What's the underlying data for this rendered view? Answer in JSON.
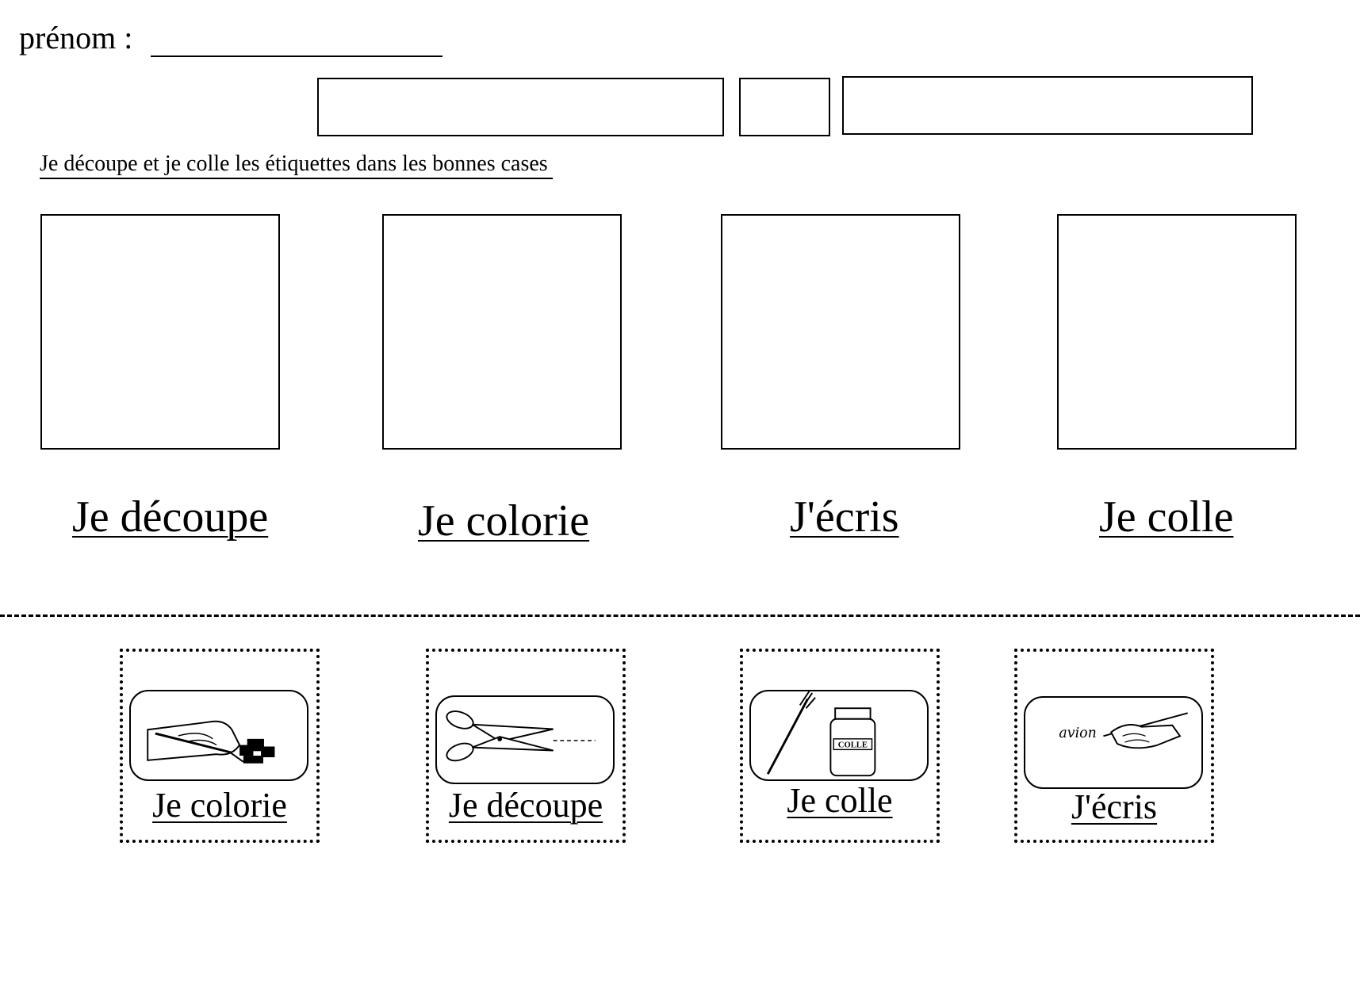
{
  "header": {
    "name_label": "prénom :"
  },
  "instruction": "Je découpe et je colle les étiquettes dans les bonnes cases",
  "captions": [
    "Je découpe",
    "Je colorie",
    "J'écris",
    "Je colle"
  ],
  "labels": [
    {
      "text": "Je colorie",
      "icon": "coloring-hand-icon"
    },
    {
      "text": "Je découpe",
      "icon": "scissors-icon"
    },
    {
      "text": "Je colle",
      "icon": "glue-jar-brush-icon",
      "jar_text": "COLLE"
    },
    {
      "text": "J'écris",
      "icon": "writing-hand-icon",
      "written_word": "avion"
    }
  ]
}
